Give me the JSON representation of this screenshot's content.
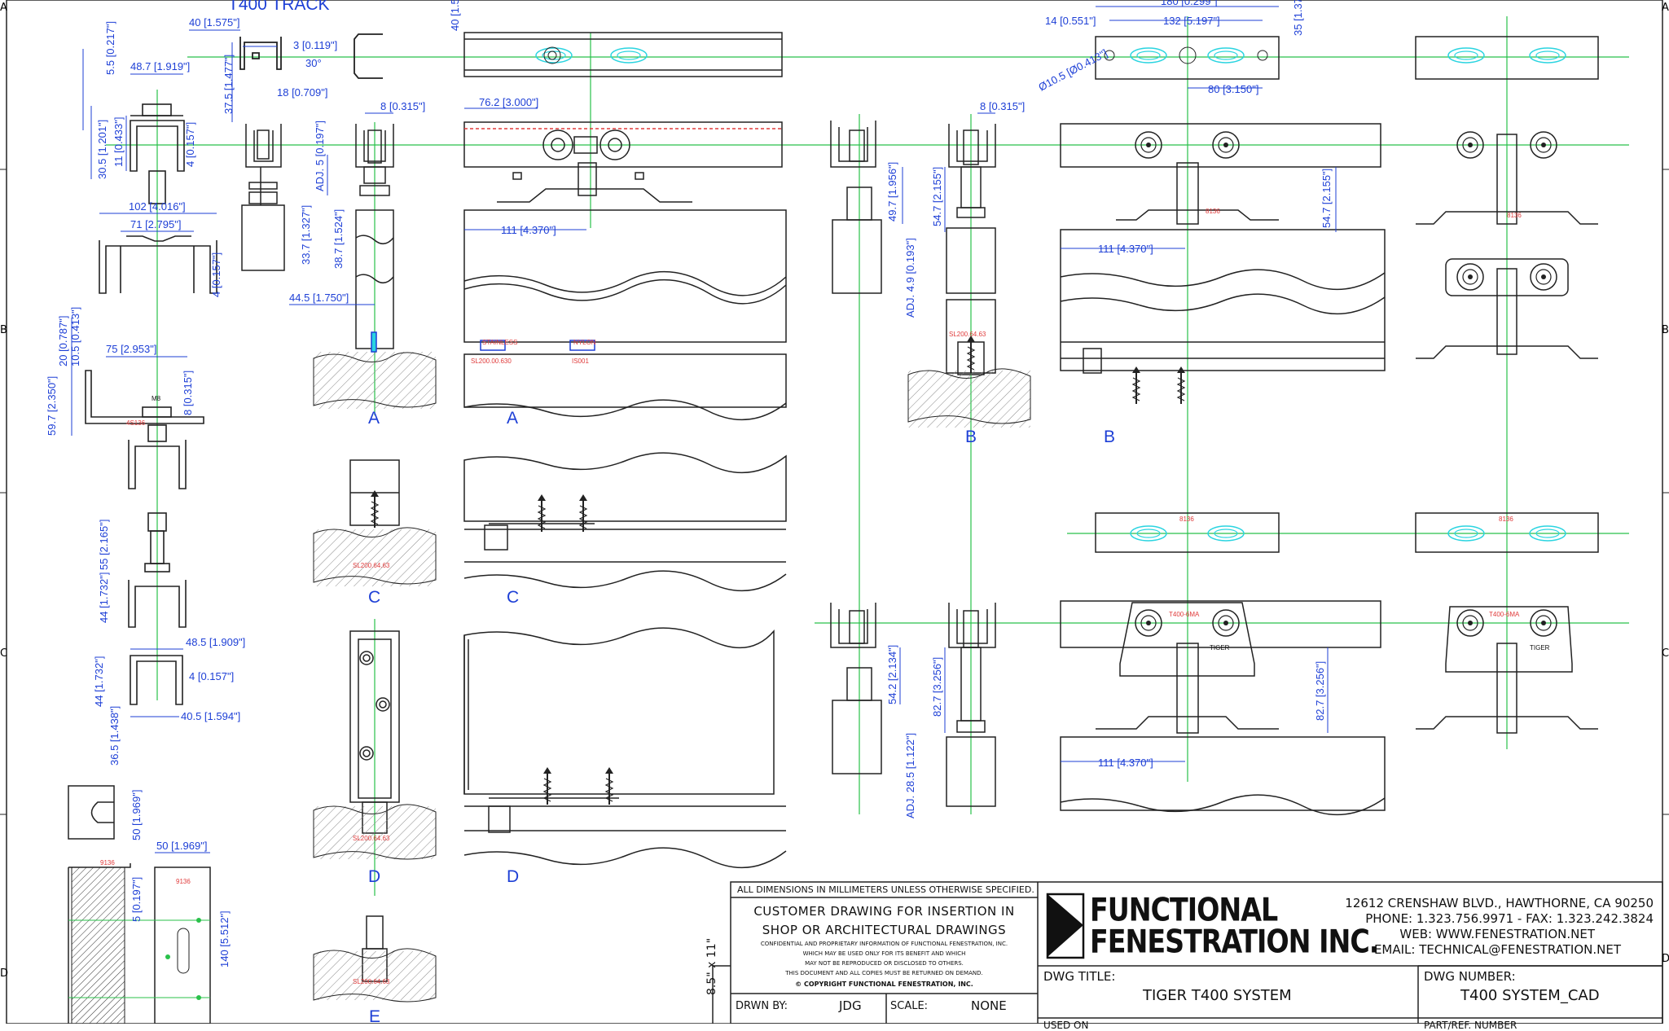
{
  "sheet": {
    "zone_letters_left": [
      "A",
      "B",
      "C",
      "D"
    ],
    "zone_letters_right": [
      "A",
      "B",
      "C",
      "D"
    ]
  },
  "drawing": {
    "track_title": "T400 TRACK",
    "dims": {
      "t1": "40 [1.575\"]",
      "t2": "3 [0.119\"]",
      "t3": "30°",
      "t4": "18 [0.709\"]",
      "t5": "37.5 [1.477\"]",
      "d1": "5.5 [0.217\"]",
      "d2": "48.7 [1.919\"]",
      "d3": "30.5 [1.201\"]",
      "d4": "11 [0.433\"]",
      "d5": "4 [0.157\"]",
      "d6": "102 [4.016\"]",
      "d7": "71 [2.795\"]",
      "d8": "4 [0.157\"]",
      "d9": "20 [0.787\"]",
      "d10": "10.5 [0.413\"]",
      "d11": "75 [2.953\"]",
      "d12": "59.7 [2.350\"]",
      "d13": "8 [0.315\"]",
      "d14": "44 [1.732\"]",
      "d15": "55 [2.165\"]",
      "d16": "48.5 [1.909\"]",
      "d17": "4 [0.157\"]",
      "d18": "44 [1.732\"]",
      "d19": "40.5 [1.594\"]",
      "d20": "36.5 [1.438\"]",
      "d21": "50 [1.969\"]",
      "d22": "50 [1.969\"]",
      "d23": "5 [0.197\"]",
      "d24": "140 [5.512\"]",
      "e1": "ADJ. 5 [0.197\"]",
      "e2": "33.7 [1.327\"]",
      "e3": "8 [0.315\"]",
      "e4": "38.7 [1.524\"]",
      "e5": "44.5 [1.750\"]",
      "f1": "76.2 [3.000\"]",
      "f2": "111 [4.370\"]",
      "f3": "40 [1.5",
      "g1": "49.7 [1.956\"]",
      "g2": "8 [0.315\"]",
      "g3": "54.7 [2.155\"]",
      "g4": "ADJ. 4.9 [0.193\"]",
      "h1": "180 [0.299\"]",
      "h2": "14 [0.551\"]",
      "h3": "132 [5.197\"]",
      "h4": "35 [1.37",
      "h5": "Ø10.5 [Ø0.413\"]",
      "h6": "80 [3.150\"]",
      "h7": "111 [4.370\"]",
      "h8": "54.7 [2.155\"]",
      "j1": "54.2 [2.134\"]",
      "j2": "82.7 [3.256\"]",
      "j3": "ADJ. 28.5 [1.122\"]",
      "j4": "111 [4.370\"]",
      "j5": "82.7 [3.256\"]"
    },
    "sections": {
      "A1": "A",
      "A2": "A",
      "B1": "B",
      "B2": "B",
      "C1": "C",
      "C2": "C",
      "D1": "D",
      "D2": "D",
      "E1": "E"
    },
    "part_marks": {
      "p1": "M8",
      "p2": "4S136",
      "p3": "TIGER",
      "p4": "TIGER",
      "p5": "SL200.00.630",
      "p6": "IS001",
      "p7": "SL200.64.63",
      "p8": "SL200.64.63",
      "p9": "SL200.64.63",
      "p10": "SL200.64.63",
      "p11": "T400-6MA",
      "p12": "T400-6MA",
      "p13": "8136",
      "p14": "8136",
      "p15": "9136",
      "p16": "9136",
      "p17": "STAINLESS",
      "p18": "NYLON",
      "p19": "8136",
      "p20": "8136"
    }
  },
  "title_block": {
    "header_note": "ALL DIMENSIONS IN MILLIMETERS UNLESS OTHERWISE SPECIFIED.",
    "customer_line1": "CUSTOMER DRAWING FOR INSERTION IN",
    "customer_line2": "SHOP OR ARCHITECTURAL DRAWINGS",
    "confidential": [
      "CONFIDENTIAL AND PROPRIETARY INFORMATION OF FUNCTIONAL FENESTRATION, INC.",
      "WHICH MAY BE USED ONLY FOR ITS BENEFIT AND WHICH",
      "MAY NOT BE REPRODUCED OR DISCLOSED TO OTHERS.",
      "THIS DOCUMENT AND ALL COPIES MUST BE RETURNED ON DEMAND."
    ],
    "copyright": "© COPYRIGHT FUNCTIONAL FENESTRATION, INC.",
    "sheet_size": "8.5\" x 11\"",
    "drawn_by_label": "DRWN BY:",
    "drawn_by": "JDG",
    "scale_label": "SCALE:",
    "scale": "NONE",
    "company_line1": "FUNCTIONAL",
    "company_line2": "FENESTRATION INC.",
    "address": "12612 CRENSHAW BLVD., HAWTHORNE, CA 90250",
    "phone": "PHONE: 1.323.756.9971 - FAX: 1.323.242.3824",
    "web": "WEB: WWW.FENESTRATION.NET",
    "email": "EMAIL: TECHNICAL@FENESTRATION.NET",
    "dwg_title_label": "DWG TITLE:",
    "dwg_title": "TIGER T400 SYSTEM",
    "dwg_number_label": "DWG NUMBER:",
    "dwg_number": "T400 SYSTEM_CAD",
    "used_on_label": "USED ON",
    "part_ref_label": "PART/REF. NUMBER"
  },
  "colors": {
    "dimension": "#1d3fd6",
    "centerline": "#29c14a",
    "hatch": "#888888",
    "part_mark": "#e03b3b",
    "roller": "#2ad4e0"
  }
}
